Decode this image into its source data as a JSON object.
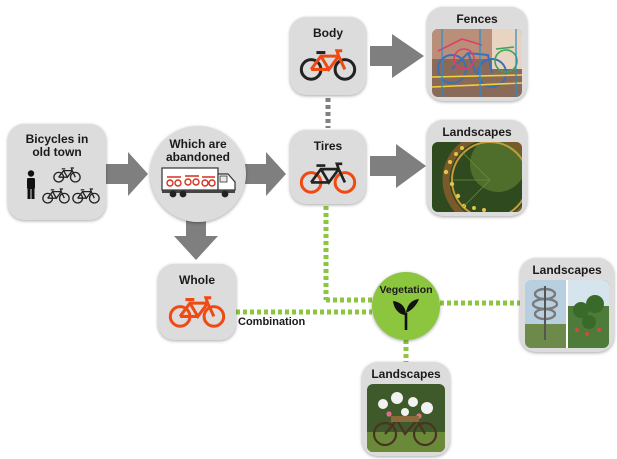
{
  "nodes": {
    "bicycles_old_town": "Bicycles in old town",
    "abandoned": "Which are abandoned",
    "body": "Body",
    "tires": "Tires",
    "whole": "Whole",
    "vegetation": "Vegetation",
    "fences": "Fences",
    "landscapes_tires": "Landscapes",
    "landscapes_right": "Landscapes",
    "landscapes_bottom": "Landscapes"
  },
  "edge_labels": {
    "combination": "Combination"
  },
  "colors": {
    "node_fill": "#dcdcdc",
    "arrow": "#7f7f7f",
    "dotted_green": "#8cc63f",
    "dotted_gray": "#808080",
    "bike_orange": "#f04a14"
  },
  "icons": [
    "person-icon",
    "bicycle-icon",
    "truck-icon",
    "sprout-icon"
  ]
}
